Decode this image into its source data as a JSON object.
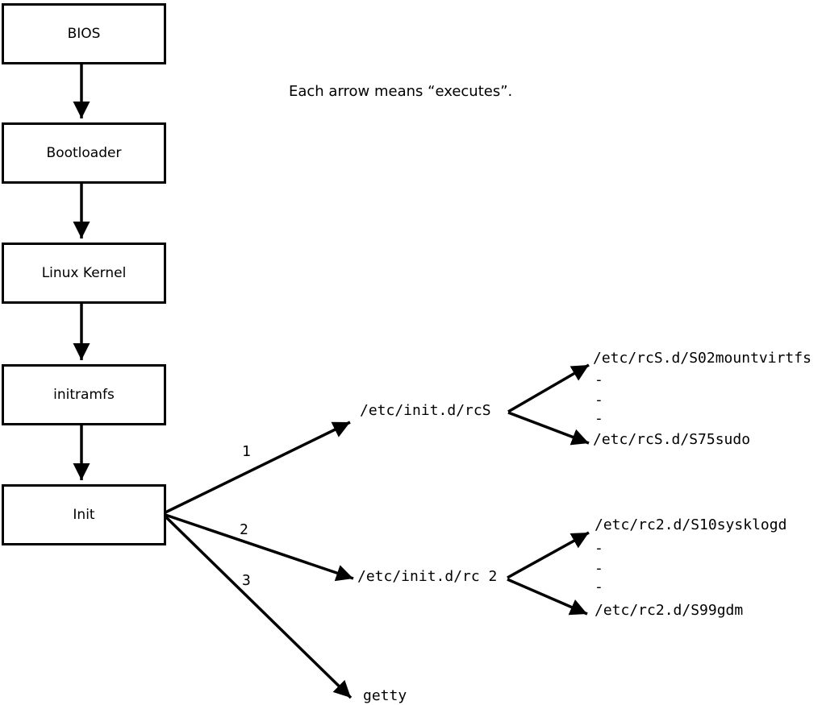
{
  "caption": "Each arrow means “executes”.",
  "chain": {
    "boxes": [
      "BIOS",
      "Bootloader",
      "Linux Kernel",
      "initramfs",
      "Init"
    ]
  },
  "branches": [
    {
      "label": "1",
      "target": "/etc/init.d/rcS"
    },
    {
      "label": "2",
      "target": "/etc/init.d/rc 2"
    },
    {
      "label": "3",
      "target": "getty"
    }
  ],
  "rcS_children": [
    "/etc/rcS.d/S02mountvirtfs",
    "-",
    "-",
    "-",
    "/etc/rcS.d/S75sudo"
  ],
  "rc2_children": [
    "/etc/rc2.d/S10sysklogd",
    "-",
    "-",
    "-",
    "/etc/rc2.d/S99gdm"
  ],
  "colors": {
    "line": "#000000",
    "background": "#ffffff"
  }
}
